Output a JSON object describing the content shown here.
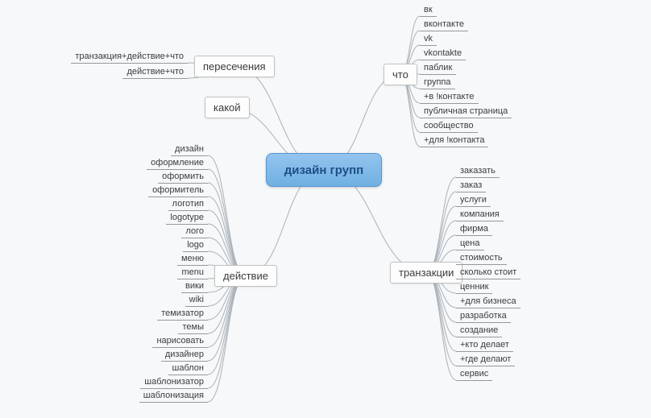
{
  "colors": {
    "canvas-bg": "#f6f8fa",
    "line": "#aab2b8",
    "central-bg-top": "#94c4ee",
    "central-bg-bottom": "#6fb0e2",
    "central-border": "#5596cf",
    "central-text": "#1d4f87",
    "box-bg": "#fdfdfd",
    "box-border": "#c2c2c2",
    "leaf-line": "#96989b"
  },
  "central": {
    "label": "дизайн групп"
  },
  "branches": [
    {
      "label": "пересечения",
      "items": [
        "транзакция+действие+что",
        "действие+что"
      ]
    },
    {
      "label": "какой",
      "items": []
    },
    {
      "label": "что",
      "items": [
        "вк",
        "вконтакте",
        "vk",
        "vkontakte",
        "паблик",
        "группа",
        "+в !контакте",
        "публичная страница",
        "сообщество",
        "+для !контакта"
      ]
    },
    {
      "label": "действие",
      "items": [
        "дизайн",
        "оформление",
        "оформить",
        "оформитель",
        "логотип",
        "logotype",
        "лого",
        "logo",
        "меню",
        "menu",
        "вики",
        "wiki",
        "темизатор",
        "темы",
        "нарисовать",
        "дизайнер",
        "шаблон",
        "шаблонизатор",
        "шаблонизация"
      ]
    },
    {
      "label": "транзакции",
      "items": [
        "заказать",
        "заказ",
        "услуги",
        "компания",
        "фирма",
        "цена",
        "стоимость",
        "сколько стоит",
        "ценник",
        "+для бизнеса",
        "разработка",
        "создание",
        "+кто делает",
        "+где делают",
        "сервис"
      ]
    }
  ]
}
